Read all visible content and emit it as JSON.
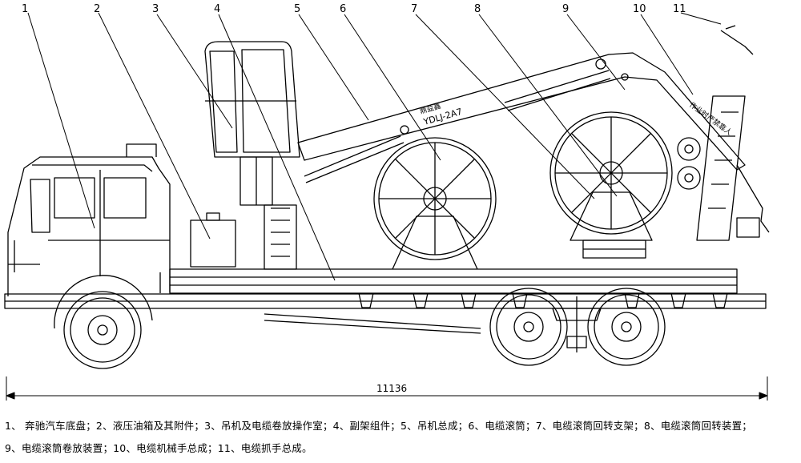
{
  "callouts": [
    "1",
    "2",
    "3",
    "4",
    "5",
    "6",
    "7",
    "8",
    "9",
    "10",
    "11"
  ],
  "dimension": "11136",
  "boom_text": "YDLJ-2A7",
  "boom_text_top": "鼎益鑫",
  "side_text": "作业时严禁靠人",
  "legend": {
    "line1": "1、    奔驰汽车底盘；2、液压油箱及其附件；3、吊机及电缆卷放操作室；4、副架组件；5、吊机总成；6、电缆滚筒；7、电缆滚筒回转支架；8、电缆滚筒回转装置；",
    "line2": "9、电缆滚筒卷放装置；10、电缆机械手总成；11、电缆抓手总成。"
  }
}
